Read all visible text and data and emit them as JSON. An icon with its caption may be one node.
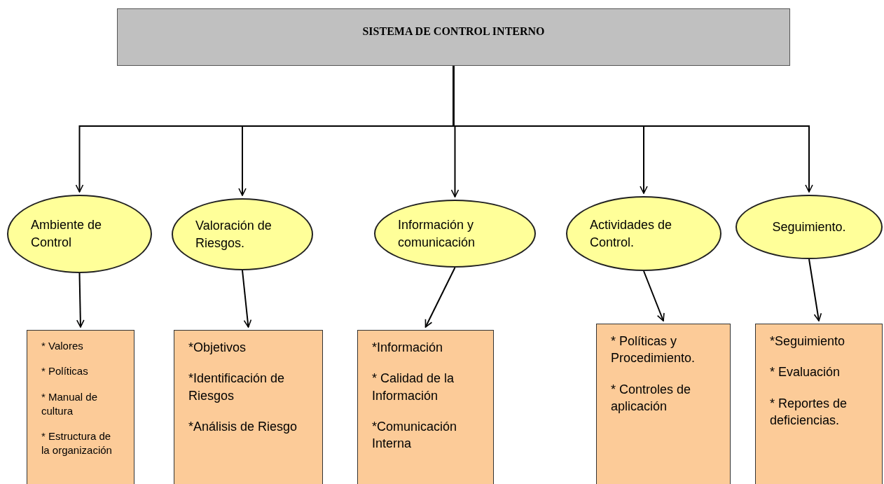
{
  "diagram": {
    "nodes": [
      {
        "text": [
          "SISTEMA DE CONTROL INTERNO"
        ]
      },
      {
        "text": [
          "Ambiente de Control"
        ]
      },
      {
        "text": [
          "Valoración de Riesgos."
        ]
      },
      {
        "text": [
          "Información y comunicación"
        ]
      },
      {
        "text": [
          "Actividades de Control."
        ]
      },
      {
        "text": [
          "Seguimiento."
        ]
      },
      {
        "text": [
          "* Valores",
          "* Políticas",
          "* Manual de cultura",
          "* Estructura de la organización"
        ]
      },
      {
        "text": [
          "*Objetivos",
          "*Identificación de Riesgos",
          "*Análisis de Riesgo"
        ]
      },
      {
        "text": [
          "*Información",
          "* Calidad de la Información",
          "*Comunicación Interna"
        ]
      },
      {
        "text": [
          "* Políticas y Procedimiento.",
          "* Controles de aplicación"
        ]
      },
      {
        "text": [
          "*Seguimiento",
          "* Evaluación",
          "* Reportes de deficiencias."
        ]
      }
    ],
    "edges": [
      {
        "from": 0,
        "to": 1,
        "arrow": "to"
      },
      {
        "from": 0,
        "to": 2,
        "arrow": "to"
      },
      {
        "from": 0,
        "to": 3,
        "arrow": "to"
      },
      {
        "from": 0,
        "to": 4,
        "arrow": "to"
      },
      {
        "from": 0,
        "to": 5,
        "arrow": "to"
      },
      {
        "from": 1,
        "to": 6,
        "arrow": "to"
      },
      {
        "from": 2,
        "to": 7,
        "arrow": "to"
      },
      {
        "from": 3,
        "to": 8,
        "arrow": "to"
      },
      {
        "from": 4,
        "to": 9,
        "arrow": "to"
      },
      {
        "from": 5,
        "to": 10,
        "arrow": "to"
      }
    ]
  }
}
